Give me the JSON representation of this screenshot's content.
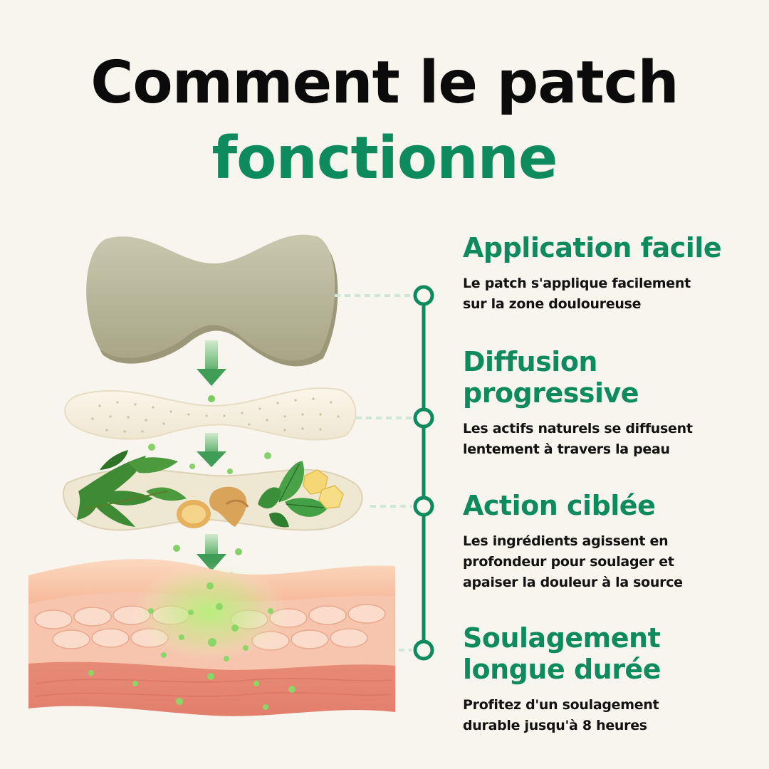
{
  "title": {
    "line1": "Comment le patch",
    "line2": "fonctionne"
  },
  "colors": {
    "accent": "#0e8a5f",
    "background": "#f8f5ef",
    "text": "#0b0b0b"
  },
  "steps": [
    {
      "title": "Application facile",
      "desc_lines": [
        "Le patch s'applique facilement",
        "sur la zone douloureuse"
      ]
    },
    {
      "title_lines": [
        "Diffusion",
        "progressive"
      ],
      "desc_lines": [
        "Les actifs naturels se diffusent",
        "lentement à travers la peau"
      ]
    },
    {
      "title": "Action ciblée",
      "desc_lines": [
        "Les ingrédients agissent en",
        "profondeur pour soulager et",
        "apaiser la douleur à la source"
      ]
    },
    {
      "title_lines": [
        "Soulagement",
        "longue durée"
      ],
      "desc_lines": [
        "Profitez d'un soulagement",
        "durable jusqu'à 8 heures"
      ]
    }
  ],
  "illustration": {
    "layers": [
      "patch",
      "perforated-film",
      "herbal-layer",
      "skin"
    ],
    "icons": [
      "arrow-down-icon",
      "herb-icon",
      "ginger-icon",
      "mint-icon",
      "crystal-icon",
      "particle-icon"
    ]
  }
}
